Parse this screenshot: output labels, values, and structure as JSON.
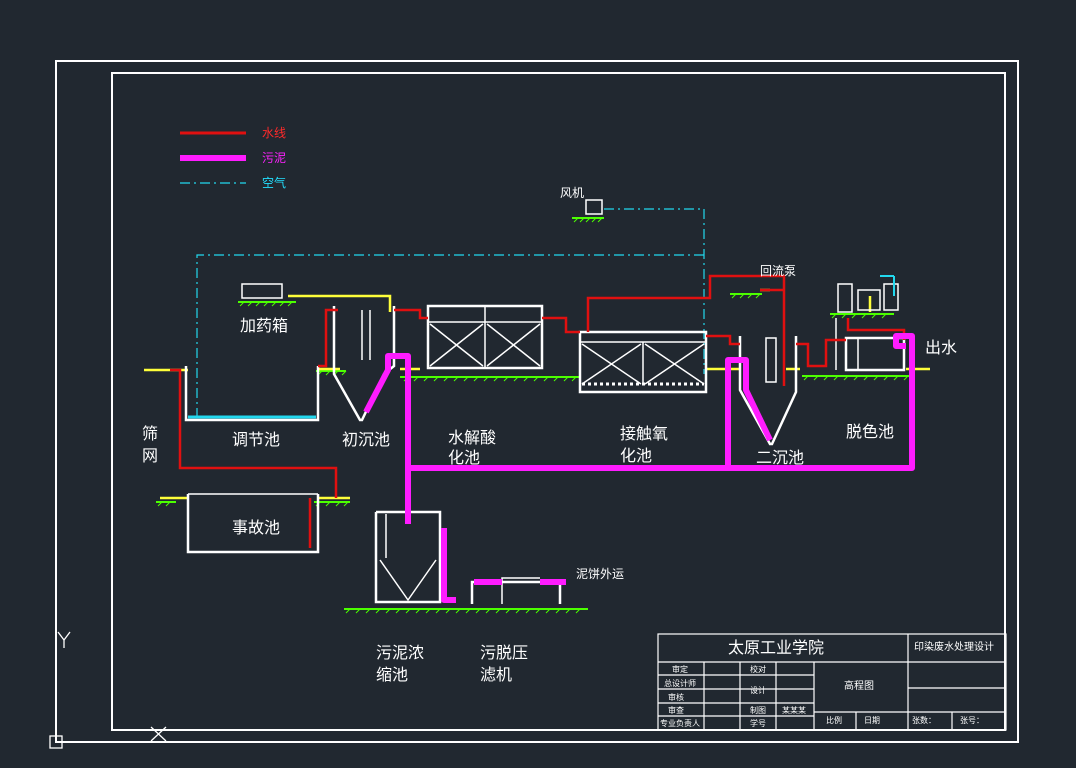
{
  "legend": {
    "water_line": "水线",
    "sludge": "污泥",
    "air": "空气"
  },
  "units": {
    "blower": "风机",
    "reflux_pump": "回流泵",
    "dosing_box": "加药箱",
    "screen_1": "筛",
    "screen_2": "网",
    "equalization_tank": "调节池",
    "primary_clarifier": "初沉池",
    "hydrolysis_1": "水解酸",
    "hydrolysis_2": "化池",
    "contact_oxidation_1": "接触氧",
    "contact_oxidation_2": "化池",
    "secondary_clarifier": "二沉池",
    "decolor_tank": "脱色池",
    "effluent": "出水",
    "accident_tank": "事故池",
    "sludge_cake": "泥饼外运",
    "thickener_1": "污泥浓",
    "thickener_2": "缩池",
    "filter_press_1": "污脱压",
    "filter_press_2": "滤机"
  },
  "title_block": {
    "school": "太原工业学院",
    "project": "印染废水处理设计",
    "drawing": "高程图",
    "rows_left": [
      "审定",
      "总设计师",
      "审核",
      "审查",
      "专业负责人"
    ],
    "rows_mid": [
      "校对",
      "设计",
      "制图",
      "学号"
    ],
    "row_mid_extra": "某某某",
    "scale": "比例",
    "date": "日期",
    "sheets": "张数：",
    "sheet_no": "张号："
  },
  "colors": {
    "background": "#212830",
    "water": "#e01010",
    "sludge": "#ff1cff",
    "air": "#22d8ee",
    "ground": "#4cff00",
    "pipe_yellow": "#ffff3a",
    "frame": "#ffffff"
  }
}
